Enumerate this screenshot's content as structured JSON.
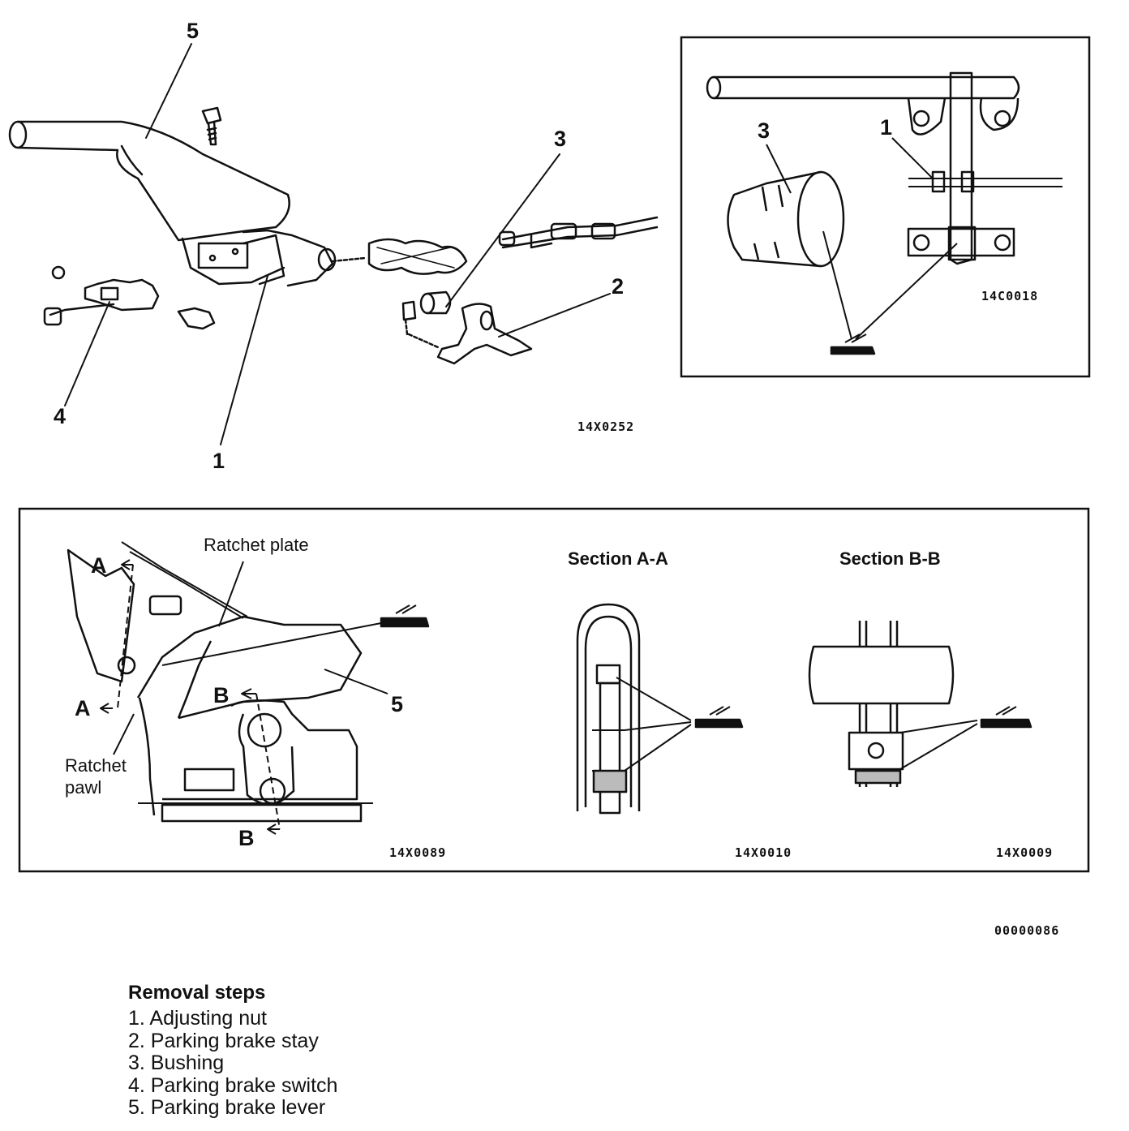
{
  "main_figure": {
    "callouts": [
      "5",
      "3",
      "2",
      "4",
      "1"
    ],
    "code": "14X0252"
  },
  "inset_figure": {
    "callouts": [
      "3",
      "1"
    ],
    "code": "14C0018"
  },
  "detail_panel": {
    "ratchet_plate_label": "Ratchet plate",
    "ratchet_pawl_label": [
      "Ratchet",
      "pawl"
    ],
    "section_marks": [
      "A",
      "A",
      "B",
      "B"
    ],
    "callout_5": "5",
    "codes": [
      "14X0089",
      "14X0010",
      "14X0009"
    ],
    "section_aa_title": "Section  A-A",
    "section_bb_title": "Section  B-B"
  },
  "page_code": "00000086",
  "removal": {
    "title": "Removal steps",
    "steps": [
      "1. Adjusting  nut",
      "2. Parking  brake  stay",
      "3. Bushing",
      "4. Parking  brake  switch",
      "5. Parking  brake  lever"
    ]
  }
}
